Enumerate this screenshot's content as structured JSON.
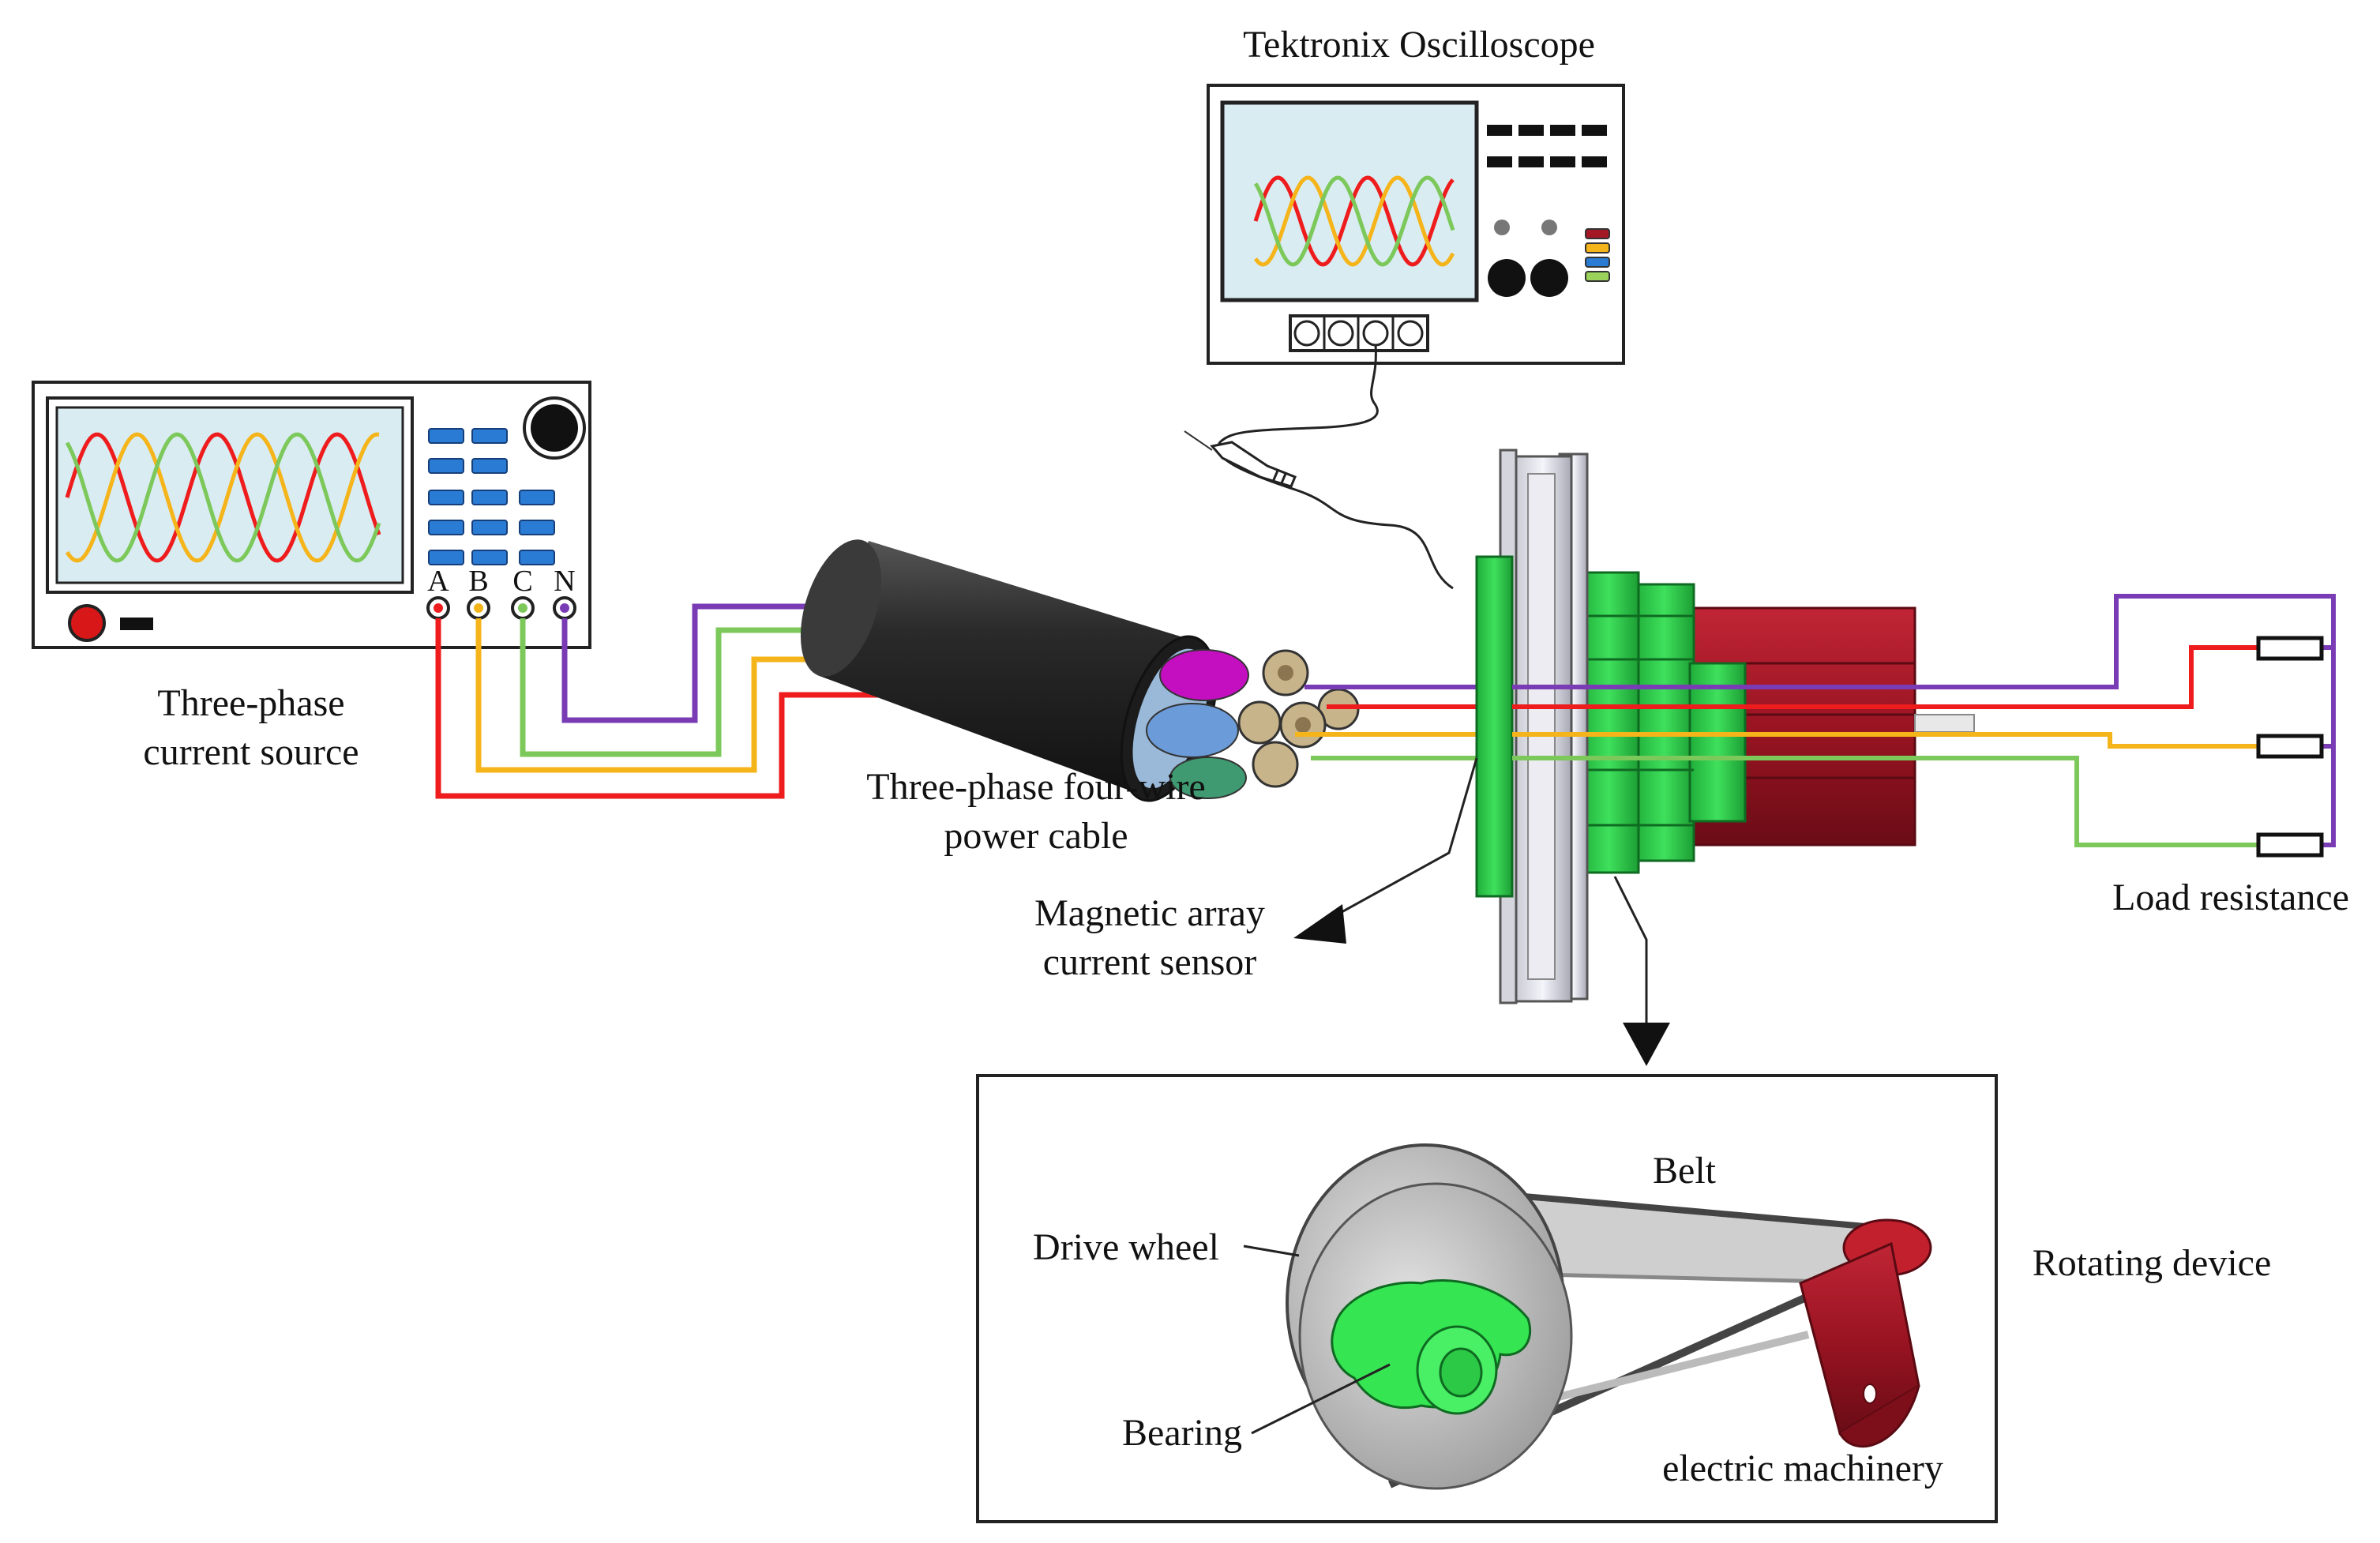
{
  "labels": {
    "oscilloscope": "Tektronix Oscilloscope",
    "source_line1": "Three-phase",
    "source_line2": "current source",
    "cable_line1": "Three-phase four-wire",
    "cable_line2": "power cable",
    "sensor_line1": "Magnetic array",
    "sensor_line2": "current sensor",
    "load": "Load resistance",
    "rotating": "Rotating device",
    "belt": "Belt",
    "drive_wheel": "Drive wheel",
    "bearing": "Bearing",
    "machinery": "electric machinery"
  },
  "terminals": [
    "A",
    "B",
    "C",
    "N"
  ],
  "colors": {
    "phase_a": "#ee1c1c",
    "phase_b": "#f5b41a",
    "phase_c": "#7cc85a",
    "neutral": "#7a3cb4",
    "sensor_green": "#2fd24a",
    "motor_red": "#a41826",
    "screen": "#d9ecf2",
    "key_blue": "#2a7bd4"
  }
}
